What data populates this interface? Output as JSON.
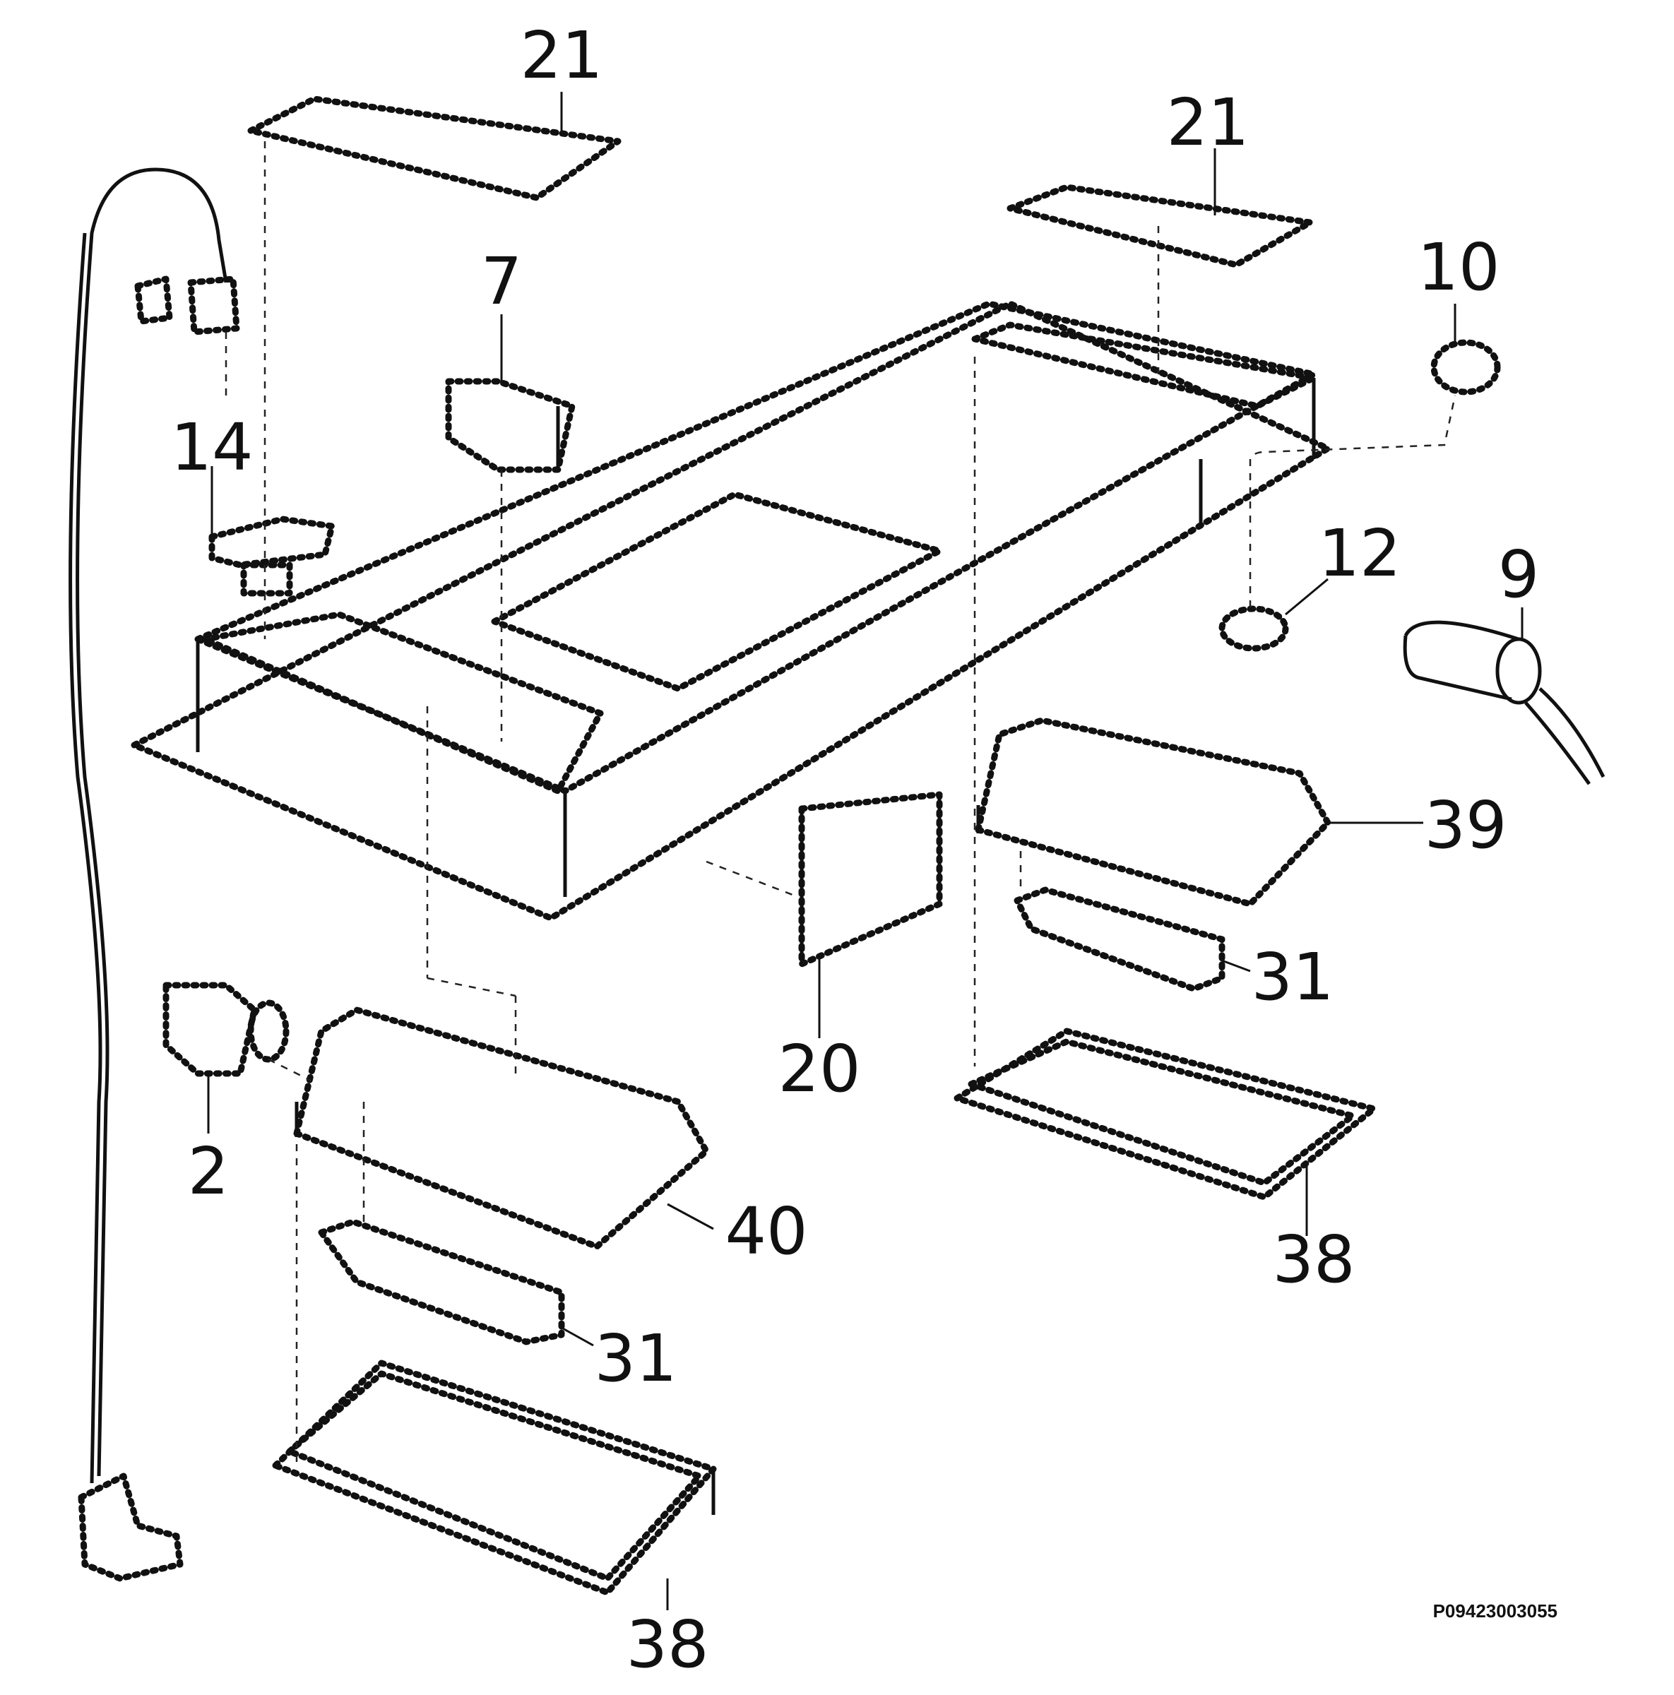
{
  "callouts": [
    {
      "id": "21a",
      "label": "21"
    },
    {
      "id": "21b",
      "label": "21"
    },
    {
      "id": "10",
      "label": "10"
    },
    {
      "id": "7",
      "label": "7"
    },
    {
      "id": "14",
      "label": "14"
    },
    {
      "id": "12",
      "label": "12"
    },
    {
      "id": "9",
      "label": "9"
    },
    {
      "id": "39",
      "label": "39"
    },
    {
      "id": "31a",
      "label": "31"
    },
    {
      "id": "20",
      "label": "20"
    },
    {
      "id": "2",
      "label": "2"
    },
    {
      "id": "40",
      "label": "40"
    },
    {
      "id": "31b",
      "label": "31"
    },
    {
      "id": "38a",
      "label": "38"
    },
    {
      "id": "38b",
      "label": "38"
    }
  ],
  "reference_code": "P09423003055"
}
